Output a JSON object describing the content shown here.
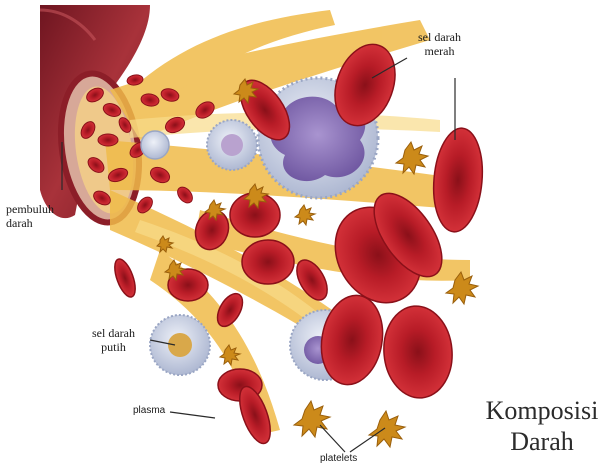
{
  "labels": {
    "red_cells": "sel darah\nmerah",
    "vessel": "pembuluh\ndarah",
    "white_cells": "sel darah\nputih",
    "plasma": "plasma",
    "platelets": "platelets"
  },
  "title_lines": [
    "Komposisi",
    "Darah"
  ],
  "colors": {
    "vessel_outer": "#8c1e28",
    "vessel_inner": "#e0b0a2",
    "rbc": "#c0202c",
    "rbc_dark": "#8a1019",
    "rbc_light": "#e04a4f",
    "plasma": "#f0bb4a",
    "wbc": "#cfd6e6",
    "wbc_nucleus": "#8a72b8",
    "platelet": "#cc8a1a"
  }
}
